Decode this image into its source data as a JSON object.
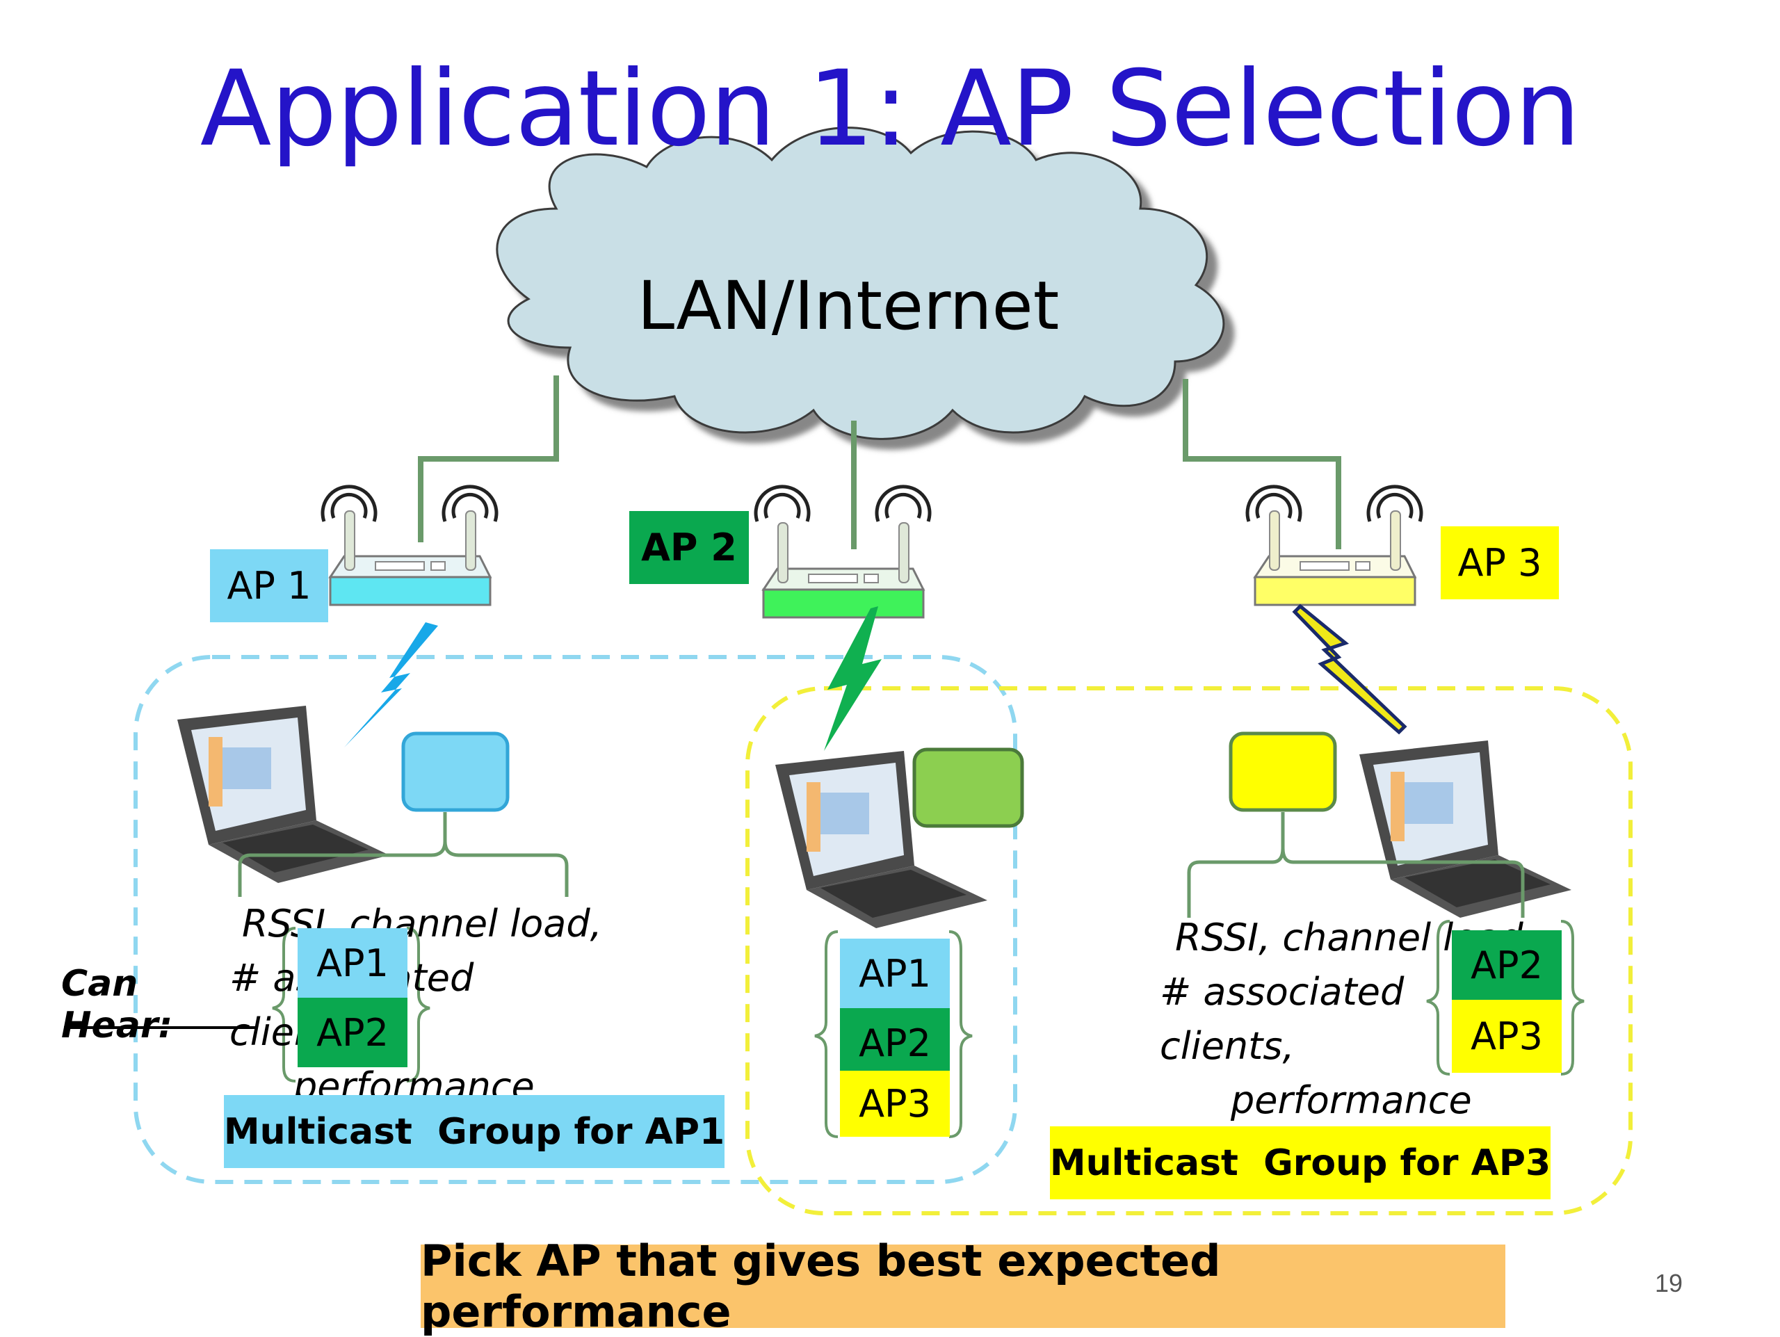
{
  "slide": {
    "title": "Application 1: AP Selection",
    "page_number": "19"
  },
  "cloud": {
    "label": "LAN/Internet",
    "fill": "#c9dfe6"
  },
  "access_points": [
    {
      "label": "AP 1",
      "color": "#7dd8f5"
    },
    {
      "label": "AP 2",
      "color": "#0aa84f"
    },
    {
      "label": "AP 3",
      "color": "#ffff00"
    }
  ],
  "metrics_left": {
    "line1": "RSSI, channel load,",
    "line2": "# associated clients,",
    "line3": "performance"
  },
  "metrics_right": {
    "line1": "RSSI, channel load,",
    "line2": "# associated clients,",
    "line3": "performance"
  },
  "can_hear_label": "Can Hear:",
  "hear_lists": {
    "left": [
      "AP1",
      "AP2"
    ],
    "middle": [
      "AP1",
      "AP2",
      "AP3"
    ],
    "right": [
      "AP2",
      "AP3"
    ]
  },
  "multicast": {
    "ap1": "Multicast  Group for AP1",
    "ap3": "Multicast  Group for AP3"
  },
  "conclusion": "Pick AP that gives best expected performance",
  "colors": {
    "ap1": "#7dd8f5",
    "ap2": "#0aa84f",
    "ap3": "#ffff00",
    "link": "#6a9a6a",
    "title": "#2414c8",
    "banner": "#fbc46b"
  }
}
